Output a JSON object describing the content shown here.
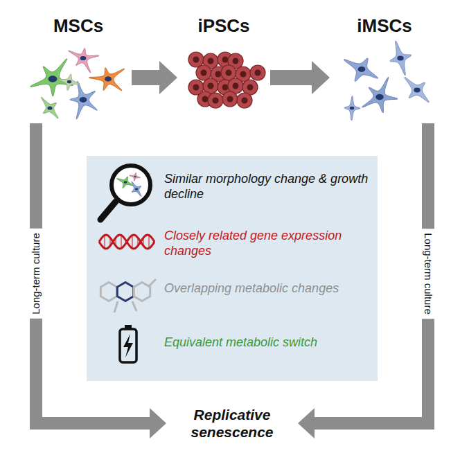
{
  "diagram": {
    "nodes": [
      {
        "text": [
          "MSCs"
        ]
      },
      {
        "text": [
          "iPSCs"
        ]
      },
      {
        "text": [
          "iMSCs"
        ]
      },
      {
        "text": [
          "Similar morphology change & growth decline",
          "Closely related gene expression changes",
          "Overlapping metabolic changes",
          "Equivalent metabolic switch"
        ]
      },
      {
        "text": [
          "Replicative senescence"
        ]
      }
    ],
    "edges": [
      {
        "from": 0,
        "to": 1,
        "arrow": "to"
      },
      {
        "from": 1,
        "to": 2,
        "arrow": "to"
      },
      {
        "from": 0,
        "to": 4,
        "label": "Long-term culture",
        "arrow": "to"
      },
      {
        "from": 2,
        "to": 4,
        "label": "Long-term culture",
        "arrow": "to"
      }
    ]
  }
}
